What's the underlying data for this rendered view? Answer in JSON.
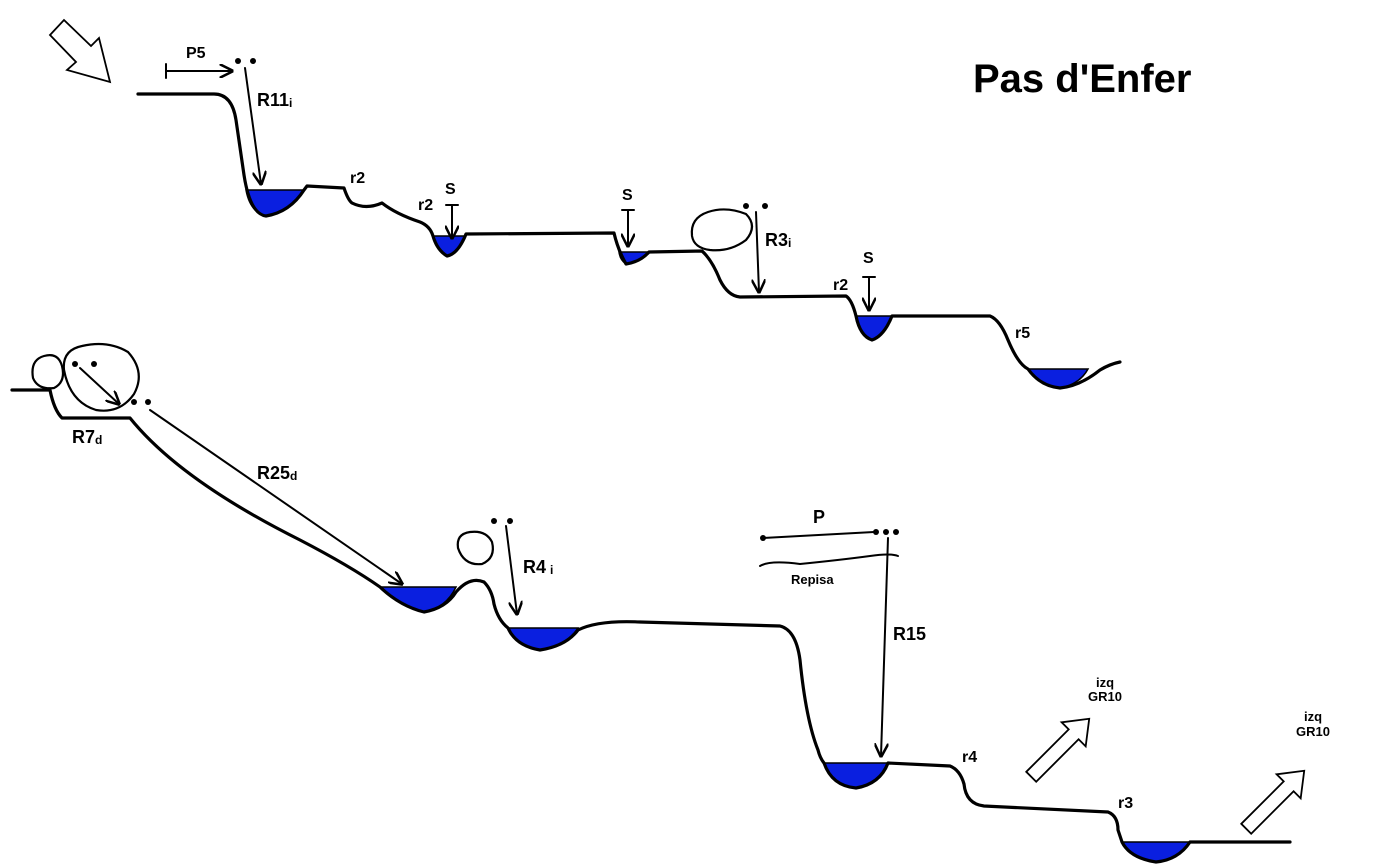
{
  "title": "Pas d'Enfer",
  "colors": {
    "water": "#0a1fe0",
    "line": "#000000",
    "background": "#ffffff"
  },
  "labels": {
    "p5": "P5",
    "r11": {
      "main": "R11",
      "sub": "i"
    },
    "r2_a": "r2",
    "r2_b": "r2",
    "s_a": "S",
    "s_b": "S",
    "r3": {
      "main": "R3",
      "sub": "i"
    },
    "r2_c": "r2",
    "s_c": "S",
    "r5": "r5",
    "r7": {
      "main": "R7",
      "sub": "d"
    },
    "r25": {
      "main": "R25",
      "sub": "d"
    },
    "r4": {
      "main": "R4",
      "sub": "i"
    },
    "p": "P",
    "repisa": "Repisa",
    "r15": "R15",
    "r4_small": "r4",
    "r3_small": "r3",
    "exit_a": {
      "line1": "izq",
      "line2": "GR10"
    },
    "exit_b": {
      "line1": "izq",
      "line2": "GR10"
    }
  },
  "icons": [
    "entry-arrow-icon",
    "exit-arrow-icon",
    "anchor-dots-icon",
    "rock-icon"
  ]
}
